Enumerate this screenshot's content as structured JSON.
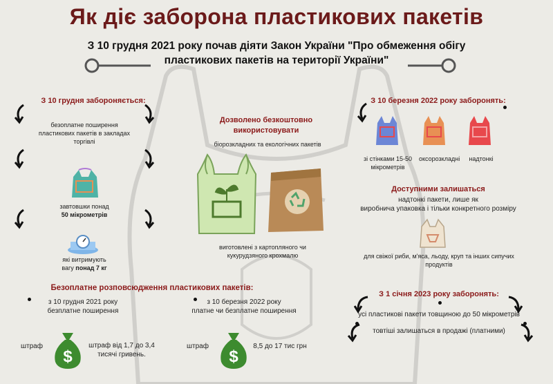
{
  "title": "Як діє заборона пластикових пакетів",
  "subtitle_line1": "З 10 грудня 2021 року почав діяти Закон України \"Про обмеження обігу",
  "subtitle_line2": "пластикових пакетів на території України\"",
  "left": {
    "heading": "З 10 грудня забороняється:",
    "item1": "безоплатне поширення пластикових пакетів в закладах торгівлі",
    "item2_line1": "завтовшки понад",
    "item2_line2": "50 мікрометрів",
    "item3_line1": "які витримують",
    "item3_pre": "вагу ",
    "item3_bold": "понад 7 кг"
  },
  "center": {
    "heading_line1": "Дозволено безкоштовно",
    "heading_line2": "використовувати",
    "sub": "біорозкладних та екологічних пакетів",
    "note": "виготовлені з картопляного чи кукурудзяного крохмалю"
  },
  "right": {
    "heading": "З 10 березня 2022 року заборонять:",
    "bag1": "зі стінками 15-50 мікрометрів",
    "bag2": "оксорозкладні",
    "bag3": "надтонкі",
    "available_heading": "Доступними залишаться",
    "available_line1": "надтонкі пакети, лише як",
    "available_line2": "виробнича упаковка і тільки конкретного розміру",
    "available_note": "для свіжої риби, м'яса, льоду, круп та інших сипучих продуктів"
  },
  "bottom_left": {
    "heading": "Безоплатне розповсюдження пластикових пакетів:",
    "col1_line1": "з 10 грудня 2021 року",
    "col1_line2": "безплатне поширення",
    "fine1_label": "штраф",
    "fine1_value": "штраф від 1,7 до 3,4 тисячі гривень.",
    "col2_line1": "з 10 березня 2022 року",
    "col2_line2": "платне чи безплатне поширення",
    "fine2_label": "штраф",
    "fine2_value": "8,5 до 17 тис грн"
  },
  "bottom_right": {
    "heading": "З 1 січня 2023 року заборонять:",
    "line1": "усі пластикові пакети товщиною до 50 мікрометрів",
    "line2": "товтіші залишаться в продажі (платними)"
  },
  "colors": {
    "title": "#6b1a1a",
    "section_heading": "#8b1a1a",
    "money_bag": "#3d8b2f",
    "bag_blue": "#6c86d6",
    "bag_orange": "#e89054",
    "bag_red": "#e8484c",
    "bag_teal": "#4fb3a6",
    "bag_bio": "#cfe7b1",
    "paper_bag": "#b98a57"
  }
}
